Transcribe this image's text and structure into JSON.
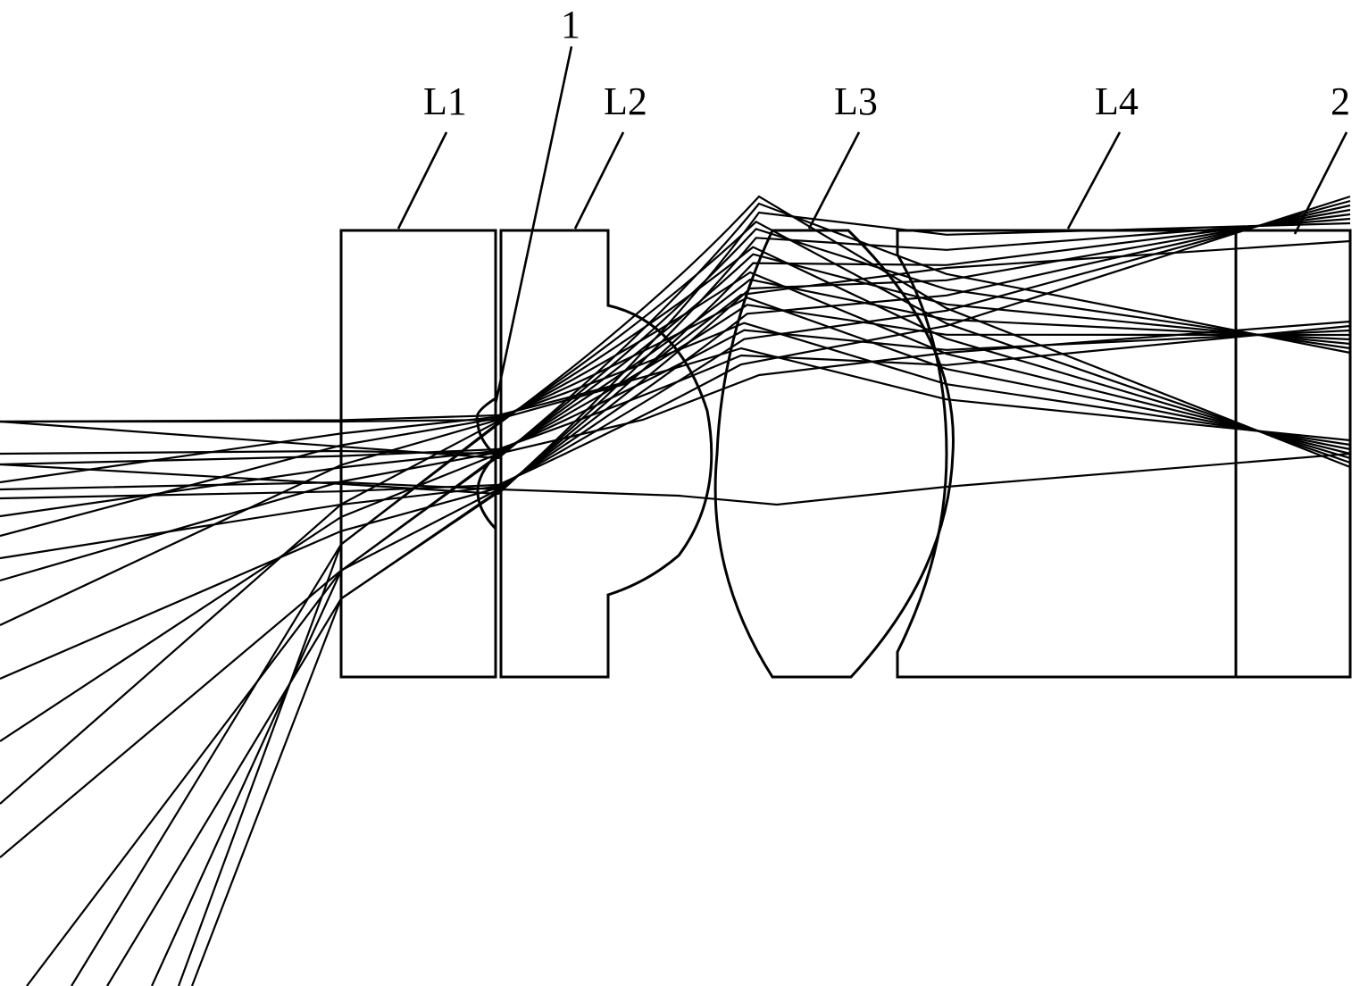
{
  "figure": {
    "labels": {
      "l1": "L1",
      "l2": "L2",
      "l3": "L3",
      "l4": "L4",
      "stop": "1",
      "image": "2"
    }
  }
}
